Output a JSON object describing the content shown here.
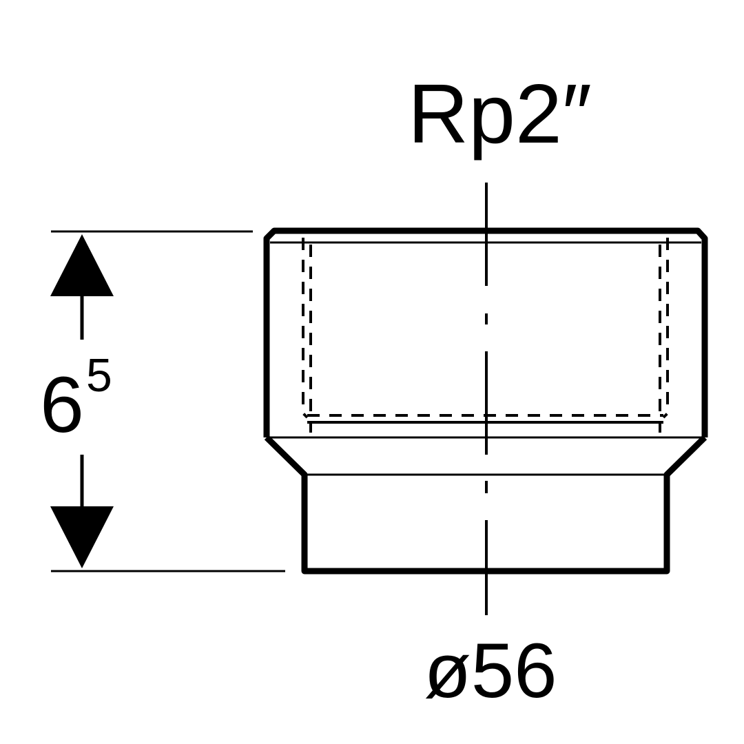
{
  "labels": {
    "thread": "Rp2″",
    "height_main": "6",
    "height_sup": "5",
    "diameter": "ø56"
  },
  "colors": {
    "line": "#000000",
    "background": "#ffffff"
  }
}
